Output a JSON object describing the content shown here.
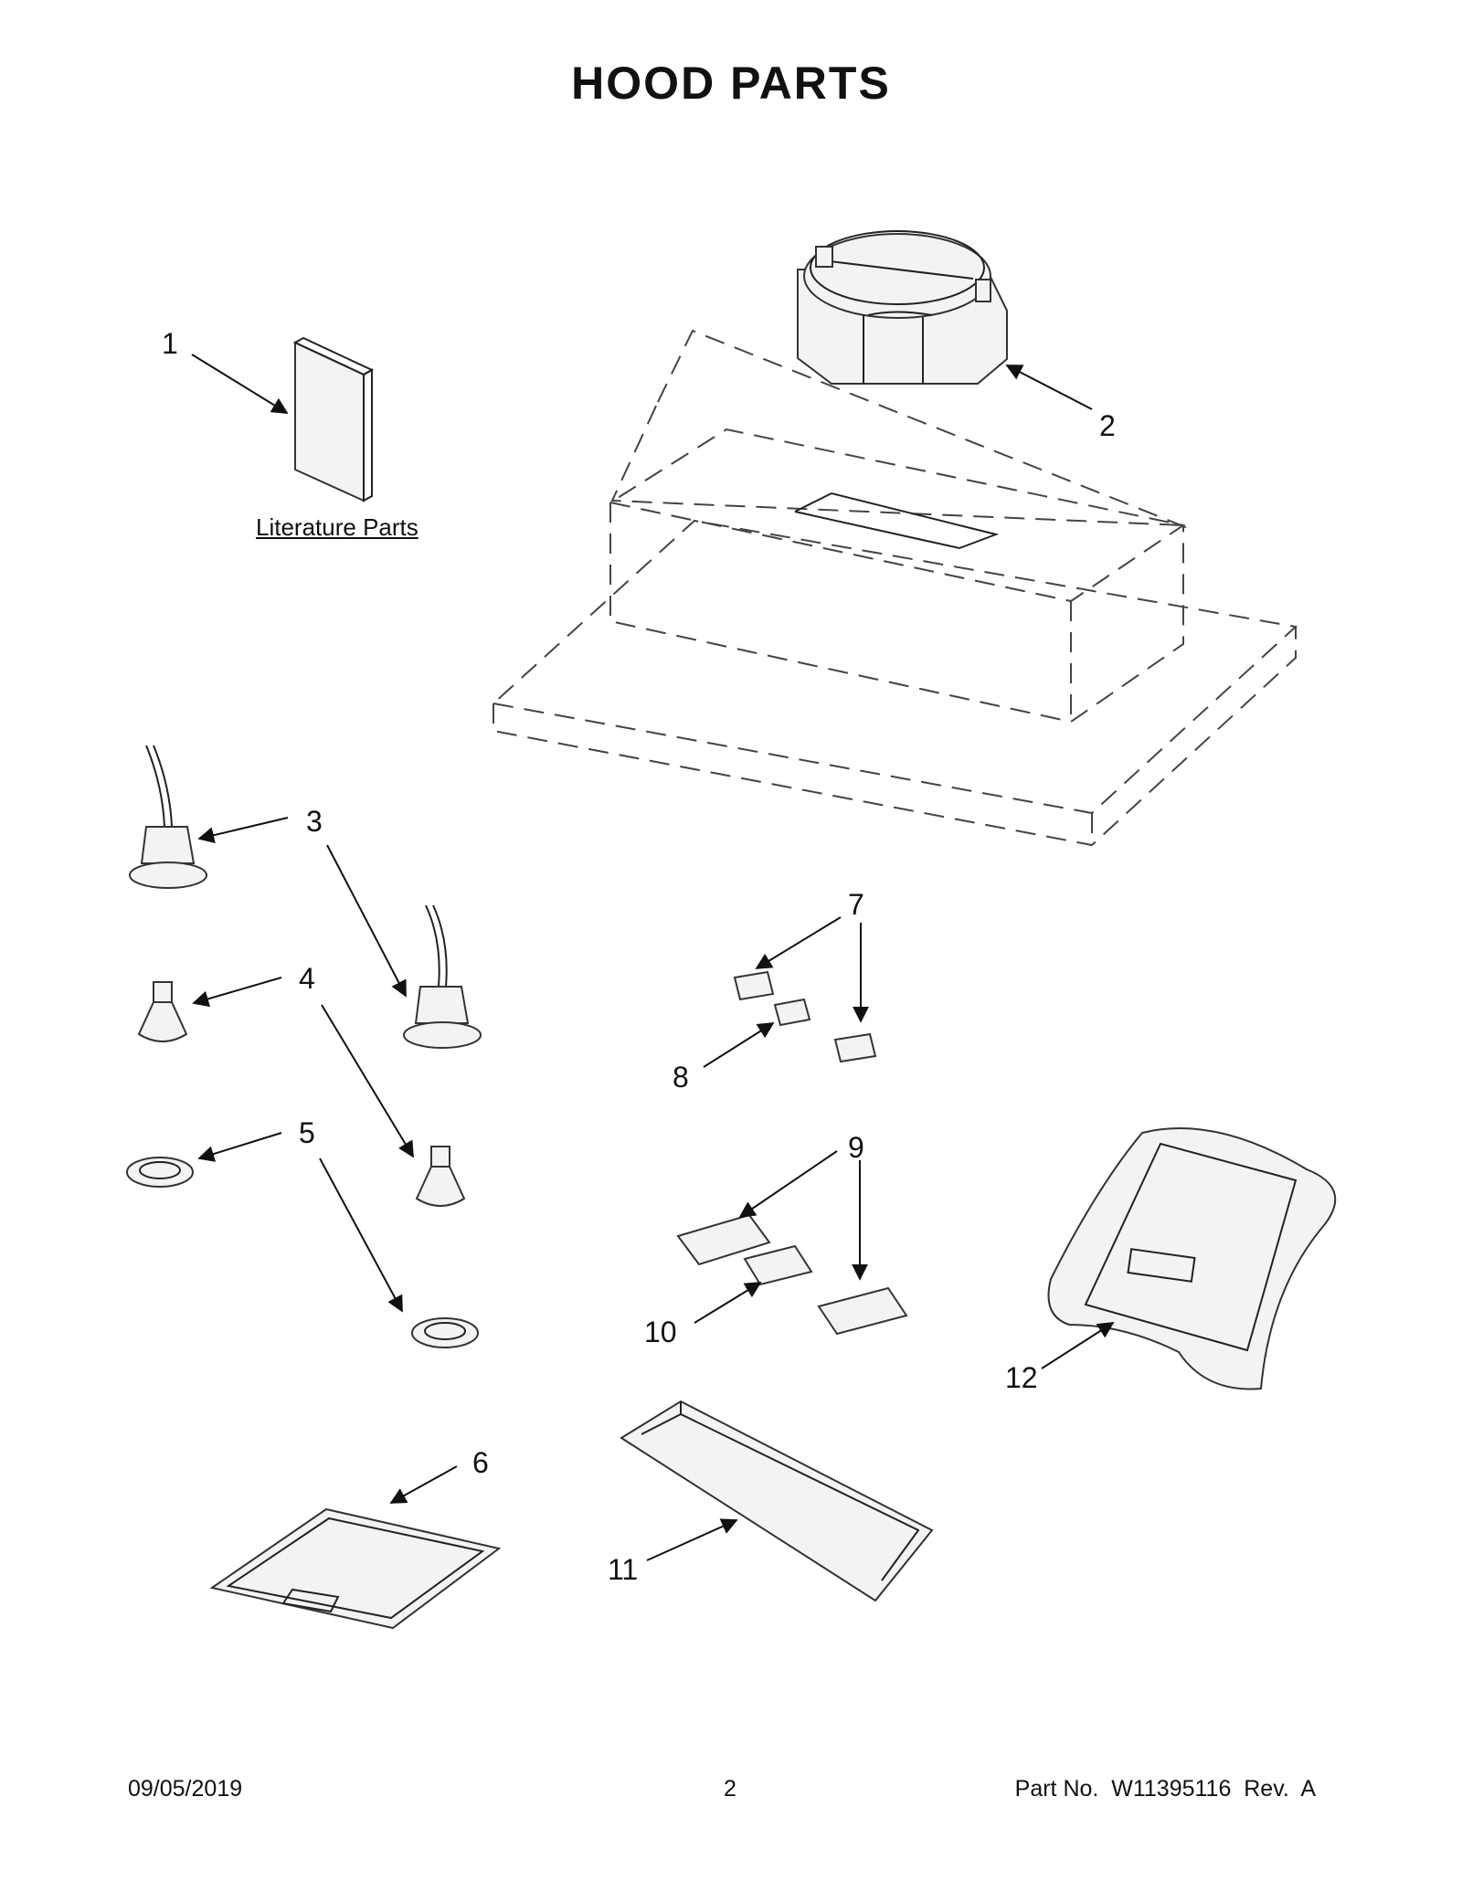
{
  "title": "HOOD PARTS",
  "literature_label": "Literature Parts",
  "callouts": [
    "1",
    "2",
    "3",
    "3",
    "4",
    "4",
    "5",
    "5",
    "6",
    "7",
    "8",
    "9",
    "10",
    "11",
    "12"
  ],
  "footer": {
    "date": "09/05/2019",
    "page": "2",
    "part_no": "Part No.  W11395116  Rev.  A"
  }
}
